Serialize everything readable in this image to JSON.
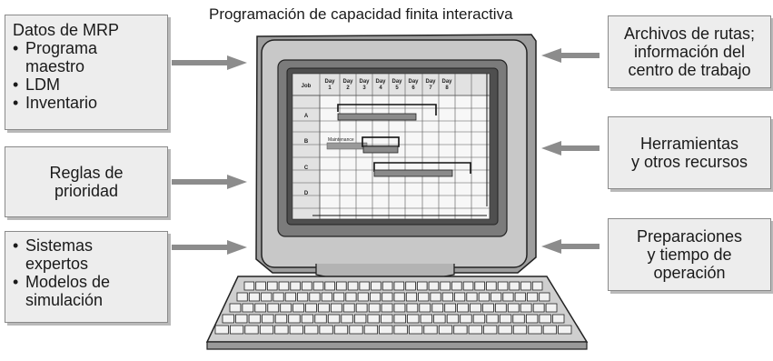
{
  "title": "Programación de capacidad finita interactiva",
  "left_boxes": {
    "mrp": {
      "heading": "Datos de MRP",
      "items": [
        "Programa maestro",
        "LDM",
        "Inventario"
      ]
    },
    "reglas": {
      "lines": [
        "Reglas de",
        "prioridad"
      ]
    },
    "sistemas": {
      "items": [
        "Sistemas expertos",
        "Modelos de simulación"
      ]
    }
  },
  "right_boxes": {
    "rutas": {
      "lines": [
        "Archivos de rutas;",
        "información del",
        "centro de trabajo"
      ]
    },
    "herramientas": {
      "lines": [
        "Herramientas",
        "y otros recursos"
      ]
    },
    "preparaciones": {
      "lines": [
        "Preparaciones",
        "y tiempo de",
        "operación"
      ]
    }
  },
  "screen": {
    "job_header": "Job",
    "days": [
      [
        "Day",
        "1"
      ],
      [
        "Day",
        "2"
      ],
      [
        "Day",
        "3"
      ],
      [
        "Day",
        "4"
      ],
      [
        "Day",
        "5"
      ],
      [
        "Day",
        "6"
      ],
      [
        "Day",
        "7"
      ],
      [
        "Day",
        "8"
      ]
    ],
    "jobs": [
      "A",
      "B",
      "C",
      "D"
    ],
    "maintenance_label": "Maintenance"
  },
  "icons": [
    "arrow-right-icon",
    "arrow-left-icon",
    "computer-monitor-icon",
    "keyboard-icon"
  ],
  "colors": {
    "box_fill": "#ededed",
    "arrow": "#8c8c8c",
    "monitor": "#c4c4c4",
    "screen": "#555555"
  }
}
